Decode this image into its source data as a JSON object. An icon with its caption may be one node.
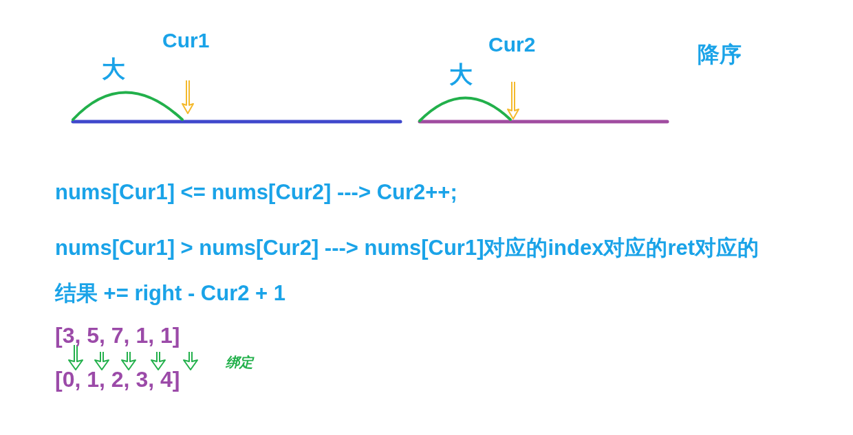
{
  "diagram": {
    "labels": [
      "Cur1",
      "Cur2",
      "降序",
      "大",
      "大",
      "nums[Cur1] <= nums[Cur2] ---> Cur2++;",
      "nums[Cur1] > nums[Cur2] ---> nums[Cur1]对应的index对应的ret对应的结果 += right - Cur2 + 1",
      "[3, 5, 7, 1, 1]",
      "[0, 1, 2, 3, 4]",
      "绑定"
    ]
  }
}
